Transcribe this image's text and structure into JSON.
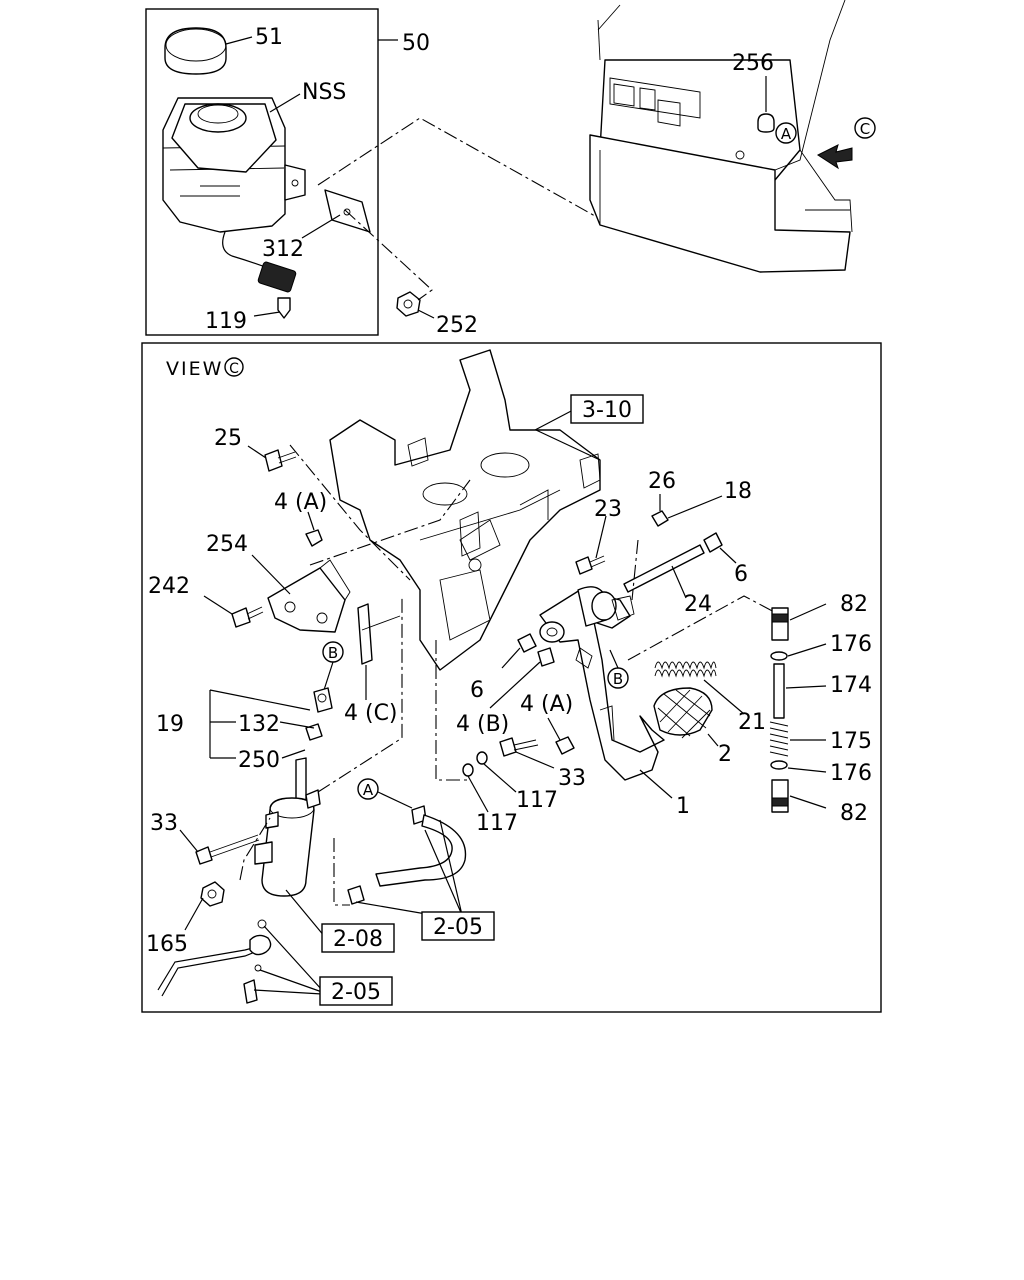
{
  "view_title": "VIEW",
  "markers": {
    "A": "A",
    "B": "B",
    "C": "C"
  },
  "part_numbers": {
    "p51": "51",
    "p50": "50",
    "nss": "NSS",
    "p312": "312",
    "p119": "119",
    "p252": "252",
    "p256": "256",
    "p25": "25",
    "p4a_top": "4 (A)",
    "p254": "254",
    "p242": "242",
    "p19": "19",
    "p132": "132",
    "p250": "250",
    "p4c": "4 (C)",
    "p33_left": "33",
    "p165": "165",
    "p26": "26",
    "p18": "18",
    "p23": "23",
    "p6_right": "6",
    "p24": "24",
    "p6_mid": "6",
    "p4b": "4 (B)",
    "p4a_mid": "4 (A)",
    "p21": "21",
    "p2": "2",
    "p33_mid": "33",
    "p117_a": "117",
    "p117_b": "117",
    "p1": "1",
    "p82_top": "82",
    "p176_top": "176",
    "p174": "174",
    "p175": "175",
    "p176_bot": "176",
    "p82_bot": "82"
  },
  "boxed_refs": {
    "r310": "3-10",
    "r208": "2-08",
    "r205_mid": "2-05",
    "r205_bot": "2-05"
  }
}
